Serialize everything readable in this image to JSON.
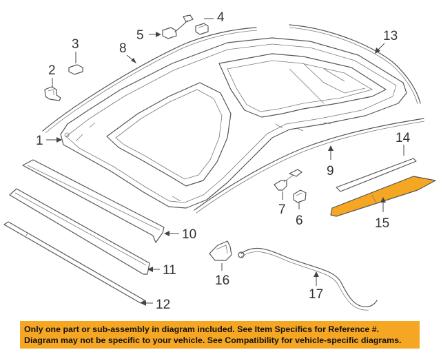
{
  "callouts": {
    "c1": "1",
    "c2": "2",
    "c3": "3",
    "c4": "4",
    "c5": "5",
    "c6": "6",
    "c7": "7",
    "c8": "8",
    "c9": "9",
    "c10": "10",
    "c11": "11",
    "c12": "12",
    "c13": "13",
    "c14": "14",
    "c15": "15",
    "c16": "16",
    "c17": "17"
  },
  "highlight_color": "#f5a623",
  "banner": {
    "line1": "Only one part or sub-assembly in diagram included. See Item Specifics for Reference #.",
    "line2": "Diagram may not be specific to your vehicle. See Compatibility for vehicle-specific diagrams."
  }
}
